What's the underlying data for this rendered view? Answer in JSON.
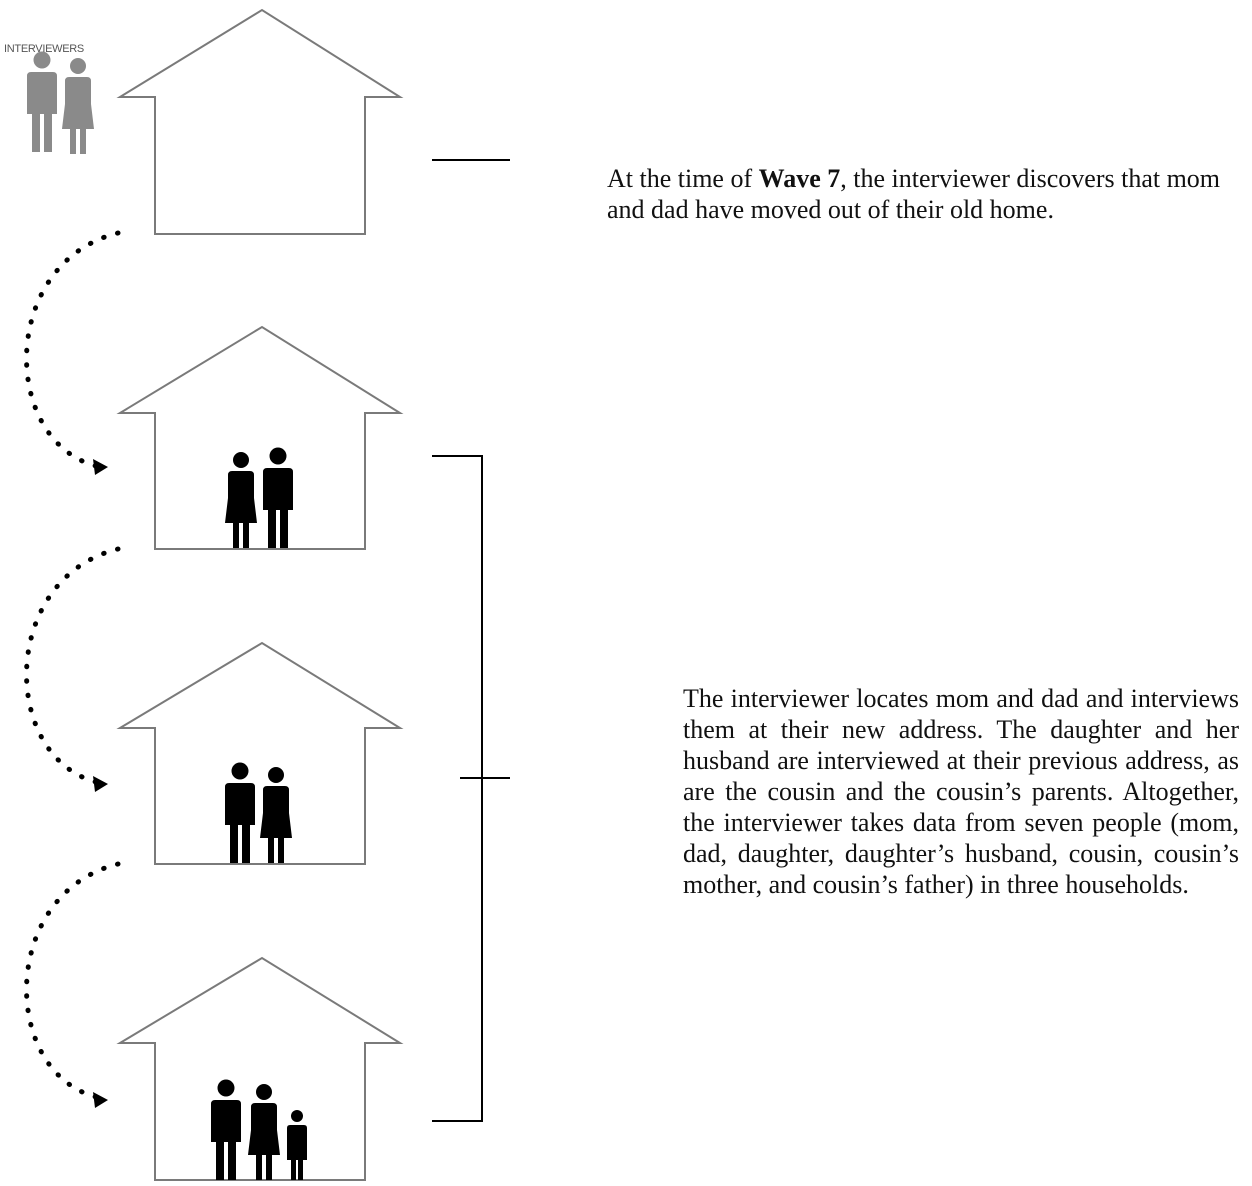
{
  "interviewers_label": "INTERVIEWERS",
  "wave7_text": {
    "before": "At the time of ",
    "bold": "Wave 7",
    "after": ", the interviewer discovers that mom and dad have moved out of their old home."
  },
  "outcome_text": "The interviewer locates mom and dad and interviews them at their new address. The daughter and her husband are interviewed at their previous address, as are the cousin and the cousin’s parents. Altogether, the interviewer takes data from seven people (mom, dad, daughter, daughter’s husband, cousin, cousin’s mother, and cousin’s father) in three households.",
  "colors": {
    "house_outline": "#7a7a7a",
    "interviewer_figures": "#8a8a8a",
    "resident_figures": "#000000",
    "connector": "#000000"
  },
  "houses": [
    {
      "name": "old-home",
      "occupants": []
    },
    {
      "name": "mom-dad-new-home",
      "occupants": [
        "woman",
        "man"
      ]
    },
    {
      "name": "daughter-husband-home",
      "occupants": [
        "man",
        "woman"
      ]
    },
    {
      "name": "cousin-family-home",
      "occupants": [
        "man",
        "woman",
        "child"
      ]
    }
  ]
}
